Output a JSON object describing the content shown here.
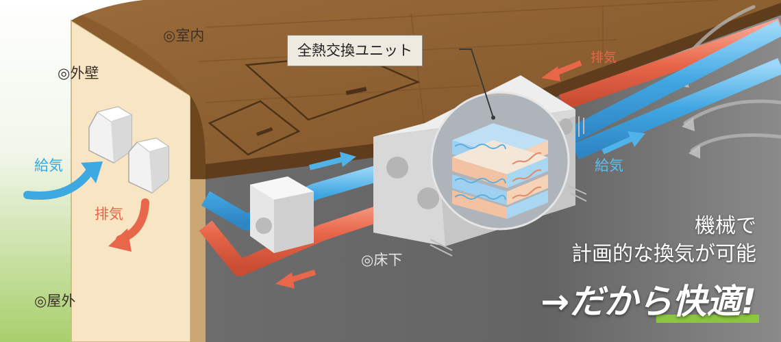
{
  "labels": {
    "room_interior": "◎室内",
    "outer_wall": "◎外壁",
    "outdoor": "◎屋外",
    "underfloor": "◎床下",
    "unit_callout": "全熱交換ユニット",
    "supply_left": "給気",
    "exhaust_left": "排気",
    "exhaust_right": "排気",
    "supply_right": "給気"
  },
  "tagline": {
    "line1": "機械で",
    "line2": "計画的な換気が可能",
    "line3": "→だから快適!"
  },
  "colors": {
    "supply_duct": "#4fb3ea",
    "exhaust_duct": "#e8664a",
    "floor_wood": "#8f6234",
    "wall": "#f7e5c3",
    "underfloor": "#6b6b6b",
    "highlight": "#8cc63f"
  },
  "icons": [
    "arrow-supply-icon",
    "arrow-exhaust-icon",
    "vent-hood-icon",
    "heat-exchange-core-icon"
  ]
}
